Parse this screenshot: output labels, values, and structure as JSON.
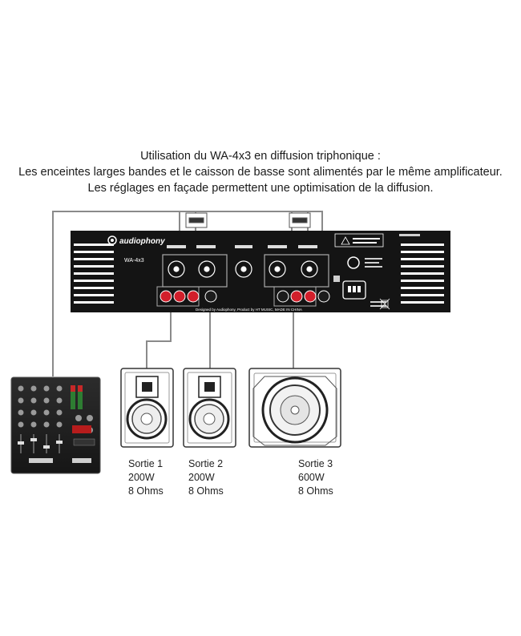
{
  "caption": {
    "line1": "Utilisation du WA-4x3 en diffusion triphonique :",
    "line2": "Les enceintes larges bandes et le caisson de basse sont alimentés par le même amplificateur.",
    "line3": "Les réglages en façade permettent une optimisation de la diffusion."
  },
  "amplifier": {
    "brand": "audiophony",
    "model": "WA-4x3",
    "footer_text": "Designed by Audiophony, Product by HT MUSIC, MADE IN CHINA"
  },
  "outputs": [
    {
      "name": "Sortie 1",
      "power": "200W",
      "impedance": "8 Ohms"
    },
    {
      "name": "Sortie 2",
      "power": "200W",
      "impedance": "8 Ohms"
    },
    {
      "name": "Sortie 3",
      "power": "600W",
      "impedance": "8 Ohms"
    }
  ],
  "colors": {
    "panel": "#141414",
    "wire": "#8a8a8a",
    "terminal_red": "#d21f2b"
  }
}
